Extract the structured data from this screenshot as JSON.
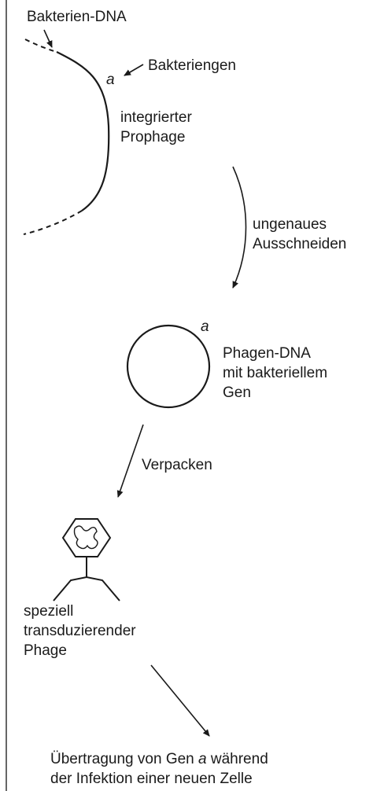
{
  "labels": {
    "bacterial_dna": "Bakterien-DNA",
    "gene_letter_top": "a",
    "bacterial_gene": "Bakteriengen",
    "integrated_prophage_line1": "integrierter",
    "integrated_prophage_line2": "Prophage",
    "excision_line1": "ungenaues",
    "excision_line2": "Ausschneiden",
    "gene_letter_circle": "a",
    "phage_dna_line1": "Phagen-DNA",
    "phage_dna_line2": "mit bakteriellem",
    "phage_dna_line3": "Gen",
    "packaging": "Verpacken",
    "transducing_phage_line1": "speziell",
    "transducing_phage_line2": "transduzierender",
    "transducing_phage_line3": "Phage",
    "transfer_line1_pre": "Übertragung von Gen ",
    "transfer_line1_gene": "a",
    "transfer_line1_post": " während",
    "transfer_line2": "der Infektion einer neuen Zelle"
  }
}
